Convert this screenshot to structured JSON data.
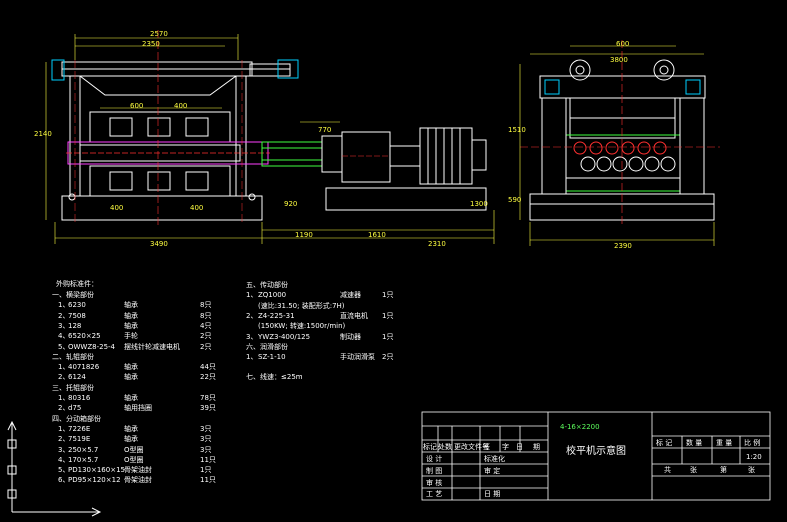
{
  "colors": {
    "background": "#000000",
    "outline": "#ffffff",
    "centerline": "#ff3030",
    "dimension": "#ffff40",
    "part": "#00d0ff",
    "accent": "#ff40ff",
    "green": "#40ff40"
  },
  "front_view": {
    "dims_top": [
      "2570",
      "2350",
      "600",
      "400",
      "400",
      "400"
    ],
    "dims_bottom": [
      "3490",
      "1190",
      "1610",
      "2310"
    ],
    "dims_side": [
      "770",
      "2140",
      "920",
      "1300"
    ]
  },
  "side_view": {
    "dims_top": [
      "600",
      "3800"
    ],
    "dims_side": [
      "1510",
      "590"
    ],
    "dims_bottom": [
      "2390"
    ]
  },
  "parts_list": {
    "heading": "外购标准件：",
    "sections": [
      {
        "title": "一、横梁部份",
        "items": [
          {
            "no": "1、",
            "code": "6230",
            "name": "轴承",
            "qty": "8只"
          },
          {
            "no": "2、",
            "code": "7508",
            "name": "轴承",
            "qty": "8只"
          },
          {
            "no": "3、",
            "code": "128",
            "name": "轴承",
            "qty": "4只"
          },
          {
            "no": "4、",
            "code": "6520×25",
            "name": "手轮",
            "qty": "2只"
          },
          {
            "no": "5、",
            "code": "OWWZ8-25-4",
            "name": "摆线针轮减速电机",
            "qty": "2只"
          }
        ]
      },
      {
        "title": "二、轧辊部份",
        "items": [
          {
            "no": "1、",
            "code": "4071826",
            "name": "轴承",
            "qty": "44只"
          },
          {
            "no": "2、",
            "code": "6124",
            "name": "轴承",
            "qty": "22只"
          }
        ]
      },
      {
        "title": "三、托辊部份",
        "items": [
          {
            "no": "1、",
            "code": "80316",
            "name": "轴承",
            "qty": "78只"
          },
          {
            "no": "2、",
            "code": "d75",
            "name": "轴用挡圈",
            "qty": "39只"
          }
        ]
      },
      {
        "title": "四、分动箱部份",
        "items": [
          {
            "no": "1、",
            "code": "7226E",
            "name": "轴承",
            "qty": "3只"
          },
          {
            "no": "2、",
            "code": "7519E",
            "name": "轴承",
            "qty": "3只"
          },
          {
            "no": "3、",
            "code": "250×5.7",
            "name": "O型圈",
            "qty": "3只"
          },
          {
            "no": "4、",
            "code": "170×5.7",
            "name": "O型圈",
            "qty": "11只"
          },
          {
            "no": "5、",
            "code": "PD130×160×15",
            "name": "骨架油封",
            "qty": "1只"
          },
          {
            "no": "6、",
            "code": "PD95×120×12",
            "name": "骨架油封",
            "qty": "11只"
          }
        ]
      }
    ]
  },
  "parts_list_right": {
    "sections": [
      {
        "title": "五、传动部份",
        "rows": [
          {
            "no": "1、",
            "code": "ZQ1000",
            "name": "减速器",
            "qty": "1只"
          },
          {
            "no": "",
            "code": "(速比:31.50; 装配形式:7H)",
            "name": "",
            "qty": ""
          },
          {
            "no": "2、",
            "code": "Z4-225-31",
            "name": "直流电机",
            "qty": "1只"
          },
          {
            "no": "",
            "code": "(150KW; 转速:1500r/min)",
            "name": "",
            "qty": ""
          },
          {
            "no": "3、",
            "code": "YWZ3-400/125",
            "name": "制动器",
            "qty": "1只"
          }
        ]
      },
      {
        "title": "六、润滑部份",
        "rows": [
          {
            "no": "1、",
            "code": "SZ-1-10",
            "name": "手动润滑泵",
            "qty": "2只"
          }
        ]
      }
    ],
    "speed": "七、线速：≤25m"
  },
  "title_block": {
    "model": "4-16×2200",
    "drawing_name": "校平机示意图",
    "scale": "1:20",
    "labels": {
      "mark": "标 记",
      "qty": "数 量",
      "weight": "重 量",
      "ratio": "比 例",
      "total": "共",
      "sheet": "张",
      "page": "第",
      "page_sheet": "张"
    },
    "rev_headers": [
      "标记",
      "处数",
      "更改文件号",
      "签",
      "字",
      "日",
      "期"
    ],
    "rows": [
      {
        "left": "设 计",
        "mid": "标准化"
      },
      {
        "left": "制 图",
        "mid": "审 定"
      },
      {
        "left": "审 核",
        "mid": ""
      },
      {
        "left": "工 艺",
        "mid": "日 期"
      }
    ]
  }
}
